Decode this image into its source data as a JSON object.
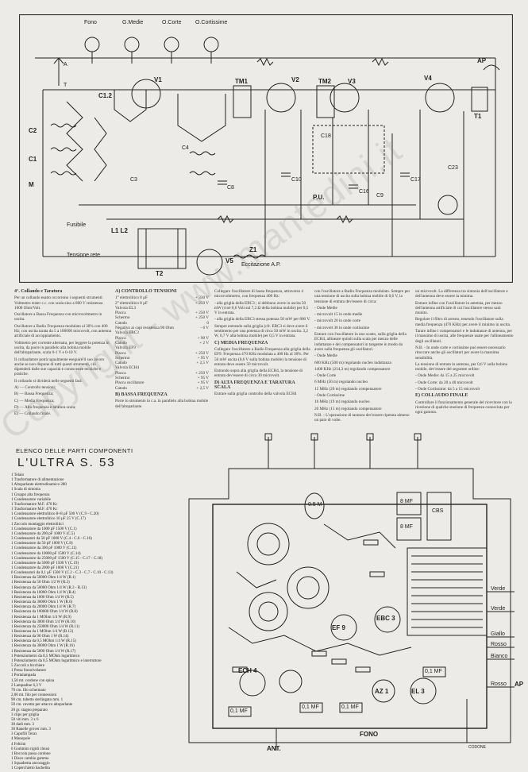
{
  "schematic": {
    "switch_labels": [
      "Fono",
      "G.Medie",
      "O.Corte",
      "O.Cortissime"
    ],
    "tube_labels": [
      "V1",
      "V2",
      "V3",
      "V4",
      "V5"
    ],
    "if_transformers": [
      "TM1",
      "TM2"
    ],
    "output_label": "T1",
    "power_transformer": "T2",
    "antenna_labels": [
      "AP",
      "A",
      "T"
    ],
    "cap_labels": [
      "C2",
      "C1",
      "M",
      "C8",
      "C10",
      "C1.2",
      "C3",
      "C4",
      "C9",
      "C16",
      "C17",
      "C18",
      "C23"
    ],
    "misc_labels": [
      "P.U.",
      "Z1",
      "Eccitazione A.P.",
      "Fusibile",
      "L1 L2",
      "Tensione rete"
    ]
  },
  "col1": {
    "heading": "4°. Collaudo e Taratura",
    "paragraphs": [
      "Per un collaudo esatto occorrono i seguenti strumenti: Voltmetro tester c.c. con scala sino a 800 V resistenza 1000 Ohm/Volt.",
      "Oscillatore a Bassa Frequenza con microvoltmetro in uscita.",
      "Oscillatore a Radio Frequenza modulato al 30% con 400 Hz; con uscita tarata da 5 a 100000 microvolt, con antenna artificiale di accoppiamento.",
      "Voltmetro per corrente alternata, per leggere la potenza in uscita, da porre in parallelo alla bobina mobile dell'altoparlante, scala 0-1 V e 0-10 V.",
      "Il collaudatore potrà ugualmente eseguire il suo lavoro anche se non dispone di tutti questi strumenti, ciò dipenderà dalle sue capacità e conoscenze tecniche e pratiche.",
      "Il collaudo si dividerà nelle seguenti fasi:",
      "A) — Controllo tensioni;",
      "B) — Bassa Frequenza;",
      "C) — Media Frequenza;",
      "D) — Alta frequenza e taratura scala;",
      "E) — Collaudo finale."
    ]
  },
  "col2": {
    "heading": "A) CONTROLLO TENSIONI",
    "rows": [
      [
        "1° elettrolitico 8 µF",
        "+ 330 V"
      ],
      [
        "2° elettrolitico 8 µF",
        "+ 250 V"
      ],
      [
        "Valvola EL3",
        ""
      ],
      [
        "Placca",
        "+ 250 V"
      ],
      [
        "Schermo",
        "+ 250 V"
      ],
      [
        "Catodo",
        "0"
      ],
      [
        "Negativo ai capi resistenza 90 Ohm",
        "- 6 V"
      ],
      [
        "Valvola EBC3",
        ""
      ],
      [
        "Placca",
        "+ 90 V"
      ],
      [
        "Catodo",
        "+ 2 V"
      ],
      [
        "Valvola EF9",
        ""
      ],
      [
        "Placca",
        "+ 250 V"
      ],
      [
        "Schermo",
        "+ 95 V"
      ],
      [
        "Catodo",
        "+ 2,5 V"
      ],
      [
        "Valvola ECH4",
        ""
      ],
      [
        "Placca",
        "+ 250 V"
      ],
      [
        "Schermo",
        "+ 95 V"
      ],
      [
        "Placca oscillatore",
        "+ 95 V"
      ],
      [
        "Catodo",
        "+ 2,5 V"
      ]
    ],
    "heading2": "B) BASSA FREQUENZA",
    "text2": "Porre lo strumento in c.a. in parallelo alla bobina mobile dell'altoparlante."
  },
  "col3": {
    "paragraphs": [
      "Collegare l'oscillatore di bassa frequenza, attraverso 4 microvoltmetro, con frequenza 400 Hz:",
      "- alla griglia della EBC3 ; si debbono avere in uscita 50 mW (cioè 0,6 Volt sui 7,2 Ω della bobina mobile) per 0,5 V in entrata.",
      "- alla griglia della EBC3 stessa potenza 50 mW per 800 V.",
      "Sempre entrando sulla griglia (cfr. EBC3 si deve avere il sentimento per una potenza di circa 50 mW in uscita. 3,2 W, 0,7 V alla bobina mobile) per 0,5 V in entrata."
    ],
    "heading2": "C) MEDIA FREQUENZA",
    "paragraphs2": [
      "Collegare l'oscillatore a Radio Frequenza alla griglia della EF9. Frequenza 470 KHz modulata a 400 Hz al 30%. Per 50 mW uscita (0,6 V sulla bobina mobile) la tensione di entrata deve essere 50 microvolt.",
      "Entrando sopra alla griglia della ECH4, la tensione di entrata dev'essere di circa 30 microvolt."
    ],
    "heading3": "D) ALTA FREQUENZA E TARATURA SCALA",
    "text3": "Entrare sulla griglia controllo della valvola ECH4"
  },
  "col4": {
    "paragraphs": [
      "con l'oscillatore a Radio Frequenza modulato. Sempre per una tensione di uscita sulla bobina mobile di 0,6 V, la tensione di entrata dev'essere di circa:",
      "- Onde Medie",
      "- microvolt 15 in onde medie",
      "- microvolt 20 in onde corte",
      "- microvolt 30 in onde cortissime",
      "Entrare con l'oscillatore in uno scatto, sulla griglia della ECH4, allineare quindi sulla scala per mezzo delle induttanze e dei compensatori in tangente in modo da avere sulla frequenza gli oscillatori.",
      "- Onde Medie",
      "600 KHz (500 m) regolando nucleo induttanza",
      "1400 KHz (214,3 m) regolando compensatore",
      "- Onde Corte",
      "6 MHz (50 m) regolando nucleo",
      "15 MHz (20 m) regolando compensatore",
      "- Onde Cortissime",
      "16 MHz (19 m) regolando nucleo",
      "20 MHz (15 m) regolando compensatore",
      "N.B. - L'operazione di taratura dev'essere ripetuta almeno un paio di volte."
    ]
  },
  "col5": {
    "paragraphs": [
      "un microvolt. La differenza tra sintonia dell'oscillatore e dell'antenna deve essere la minima.",
      "Entrare infine con l'oscillatore in antenna, per mezzo dell'antenna artificiale di cui l'oscillatore stesso sarà munito.",
      "Regolare il filtro di arresto, tenendo l'oscillatore sulla media frequenza (470 KHz) per avere il minimo in uscita.",
      "Tarare infine i compensatori e le induttanze di antenna, per il massimo di uscita, alle frequenze usate per l'allineamento degli oscillatori.",
      "N.B. - In onde corte e cortissime può essere necessario ritoccare anche gli oscillatori per avere la massima sensibilità.",
      "La tensione di entrata in antenna, per 0,6 V sulla bobina mobile, dev'essere del seguente ordine:",
      "- Onde Medie: da 15 a 25 microvolt",
      "- Onde Corte: da 20 a 40 microvolt",
      "- Onde Cortissime: da 5 a 15 microvolt"
    ],
    "heading2": "E) COLLAUDO FINALE",
    "text2": "Controllare il funzionamento generale del ricevitore con la ricezione di qualche stazione di frequenza conosciuta per ogni gamma."
  },
  "parts": {
    "title_small": "ELENCO DELLE PARTI COMPONENTI",
    "title_large": "L'ULTRA S. 53",
    "items": [
      "1 Telaio",
      "1 Trasformatore di alimentazione",
      "1 Altoparlante elettrodinamico 280",
      "1 Scala di sintonia",
      "1 Gruppo alta frequenza",
      "1 Condensatore variabile",
      "1 Trasformatore M.F. 470 Kc",
      "1 Trasformatore M.F. 470 Kc",
      "1 Condensatore elettrolitico 8+8 µF 500 V (C.9 - C.20)",
      "1 Condensatore elettrolitico 10 µF 25 V (C.17)",
      "1 Zoccolo montaggio elettrolitici",
      "1 Condensatore da 1000 pF 1500 V (C.1)",
      "1 Condensatore da 200 pF 1000 V (C.5)",
      "3 Condensatori da 50 pF 1000 V (C.4 - C.6 - C.16)",
      "1 Condensatore da 50 pF 1000 V (C.8)",
      "1 Condensatore da 300 pF 1000 V (C.11)",
      "1 Condensatore da 10000 pF 1500 V (C.14)",
      "1 Condensatore da 25000 pF 1500 V (C.15 - C.17 - C.18)",
      "1 Condensatore da 5000 pF 1500 V (C.19)",
      "1 Condensatore da 2000 pF 1000 V (C.21)",
      "6 Condensatori da 0,1 µF 1500 V (C.2 - C.3 - C.7 - C.10 - C.13)",
      "1 Resistenza da 50000 Ohm 1/4 W (R.1)",
      "1 Resistenza da 50 Ohm 1/2 W (R.2)",
      "1 Resistenza da 50000 Ohm 1/4 W (R.3 - R.13)",
      "1 Resistenza da 10000 Ohm 1/4 W (R.4)",
      "1 Resistenza da 1000 Ohm 1/4 W (R.5)",
      "1 Resistenza da 30000 Ohm 1 W (R.6)",
      "1 Resistenza da 20000 Ohm 1/4 W (R.7)",
      "1 Resistenza da 100000 Ohm 1/4 W (R.8)",
      "1 Resistenza da 1 MOhm 1/4 W (R.9)",
      "1 Resistenza da 3000 Ohm 1/4 W (R.10)",
      "1 Resistenza da 250000 Ohm 1/4 W (R.11)",
      "1 Resistenza da 1 MOhm 1/4 W (R.12)",
      "1 Resistenza da 90 Ohm 1 W (R.14)",
      "1 Resistenza da 0,5 MOhm 1/4 W (R.15)",
      "1 Resistenza da 30000 Ohm 1 W (R.16)",
      "1 Resistenza da 5000 Ohm 1/4 W (R.17)",
      "1 Potenziometro da 0,5 MOhm logaritmico",
      "1 Potenziometro da 0,5 MOhm logaritmico e interruttore",
      "5 Zoccoli a bicchiere",
      "1 Presa fonorivelatore",
      "1 Portalampada",
      "1,50 mt. cordone con spina",
      "2 Lampadine 6,3 V",
      "70 cm. filo schermato",
      "2,00 mt. filo per connessioni",
      "90 cm. tubetto sterlingato mm. 1",
      "50 cm. cavetto per attacco altoparlante",
      "20 gr. stagno preparato",
      "3 clips per griglia",
      "50 viti mm. 3 x 6",
      "30 dadi mm. 3",
      "30 Ranelle grover mm. 3",
      "3 Capofili Terax",
      "4 Manopole",
      "4 Feltrini",
      "6 Gommini rigidi chiusi",
      "1 Boccola passa cordone",
      "1 Disco cambio gamma",
      "1 Squadretta ancoraggio",
      "1 Coperchietto bachelita"
    ]
  },
  "chassis": {
    "labels": [
      "8 MF",
      "8 MF",
      "CBS",
      "0.5 M",
      "ECH 4",
      "EF 9",
      "EBC 3",
      "EL 3",
      "AZ 1",
      "0,1 MF",
      "0,1 MF",
      "0,1 MF",
      "0,1 MF",
      "FONO",
      "AP",
      "ANT.",
      "Verde",
      "Verde",
      "Giallo",
      "Rosso",
      "Bianco",
      "Rosso"
    ],
    "signature": "CODONE"
  },
  "watermark": "Copyright - www.mantedini.it"
}
